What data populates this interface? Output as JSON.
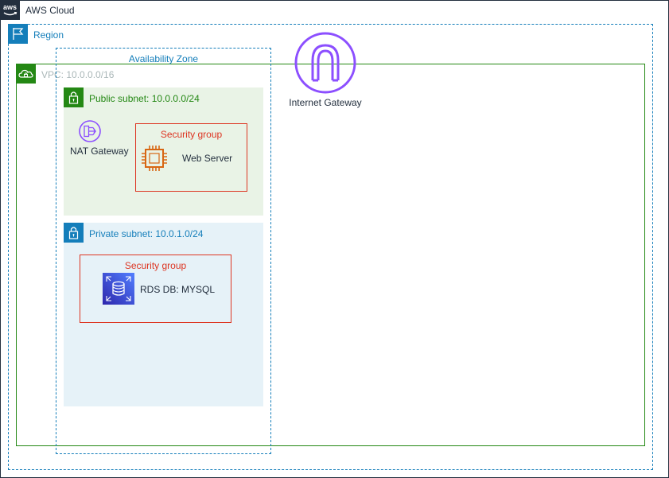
{
  "aws_cloud": {
    "label": "AWS Cloud",
    "icon": "aws-logo-icon"
  },
  "region": {
    "label": "Region",
    "icon": "flag-icon"
  },
  "availability_zone": {
    "label": "Availability Zone"
  },
  "vpc": {
    "label": "VPC: 10.0.0.0/16",
    "icon": "cloud-lock-icon"
  },
  "public_subnet": {
    "label": "Public subnet: 10.0.0.0/24",
    "icon": "padlock-icon",
    "nat_gateway": {
      "label": "NAT Gateway",
      "icon": "nat-gateway-icon"
    },
    "security_group": {
      "label": "Security group",
      "web_server": {
        "label": "Web Server",
        "icon": "ec2-instance-icon"
      }
    }
  },
  "private_subnet": {
    "label": "Private subnet: 10.0.1.0/24",
    "icon": "padlock-icon",
    "security_group": {
      "label": "Security group",
      "database": {
        "label": "RDS DB: MYSQL",
        "icon": "rds-database-icon"
      }
    }
  },
  "internet_gateway": {
    "label": "Internet Gateway",
    "icon": "internet-gateway-icon"
  },
  "colors": {
    "cloud": "#232f3e",
    "region": "#147eba",
    "vpc": "#248814",
    "public_subnet_bg": "#e9f3e6",
    "private_subnet_bg": "#e6f2f8",
    "security_group": "#dd3522",
    "gateway": "#8c4fff",
    "ec2": "#d86613"
  }
}
